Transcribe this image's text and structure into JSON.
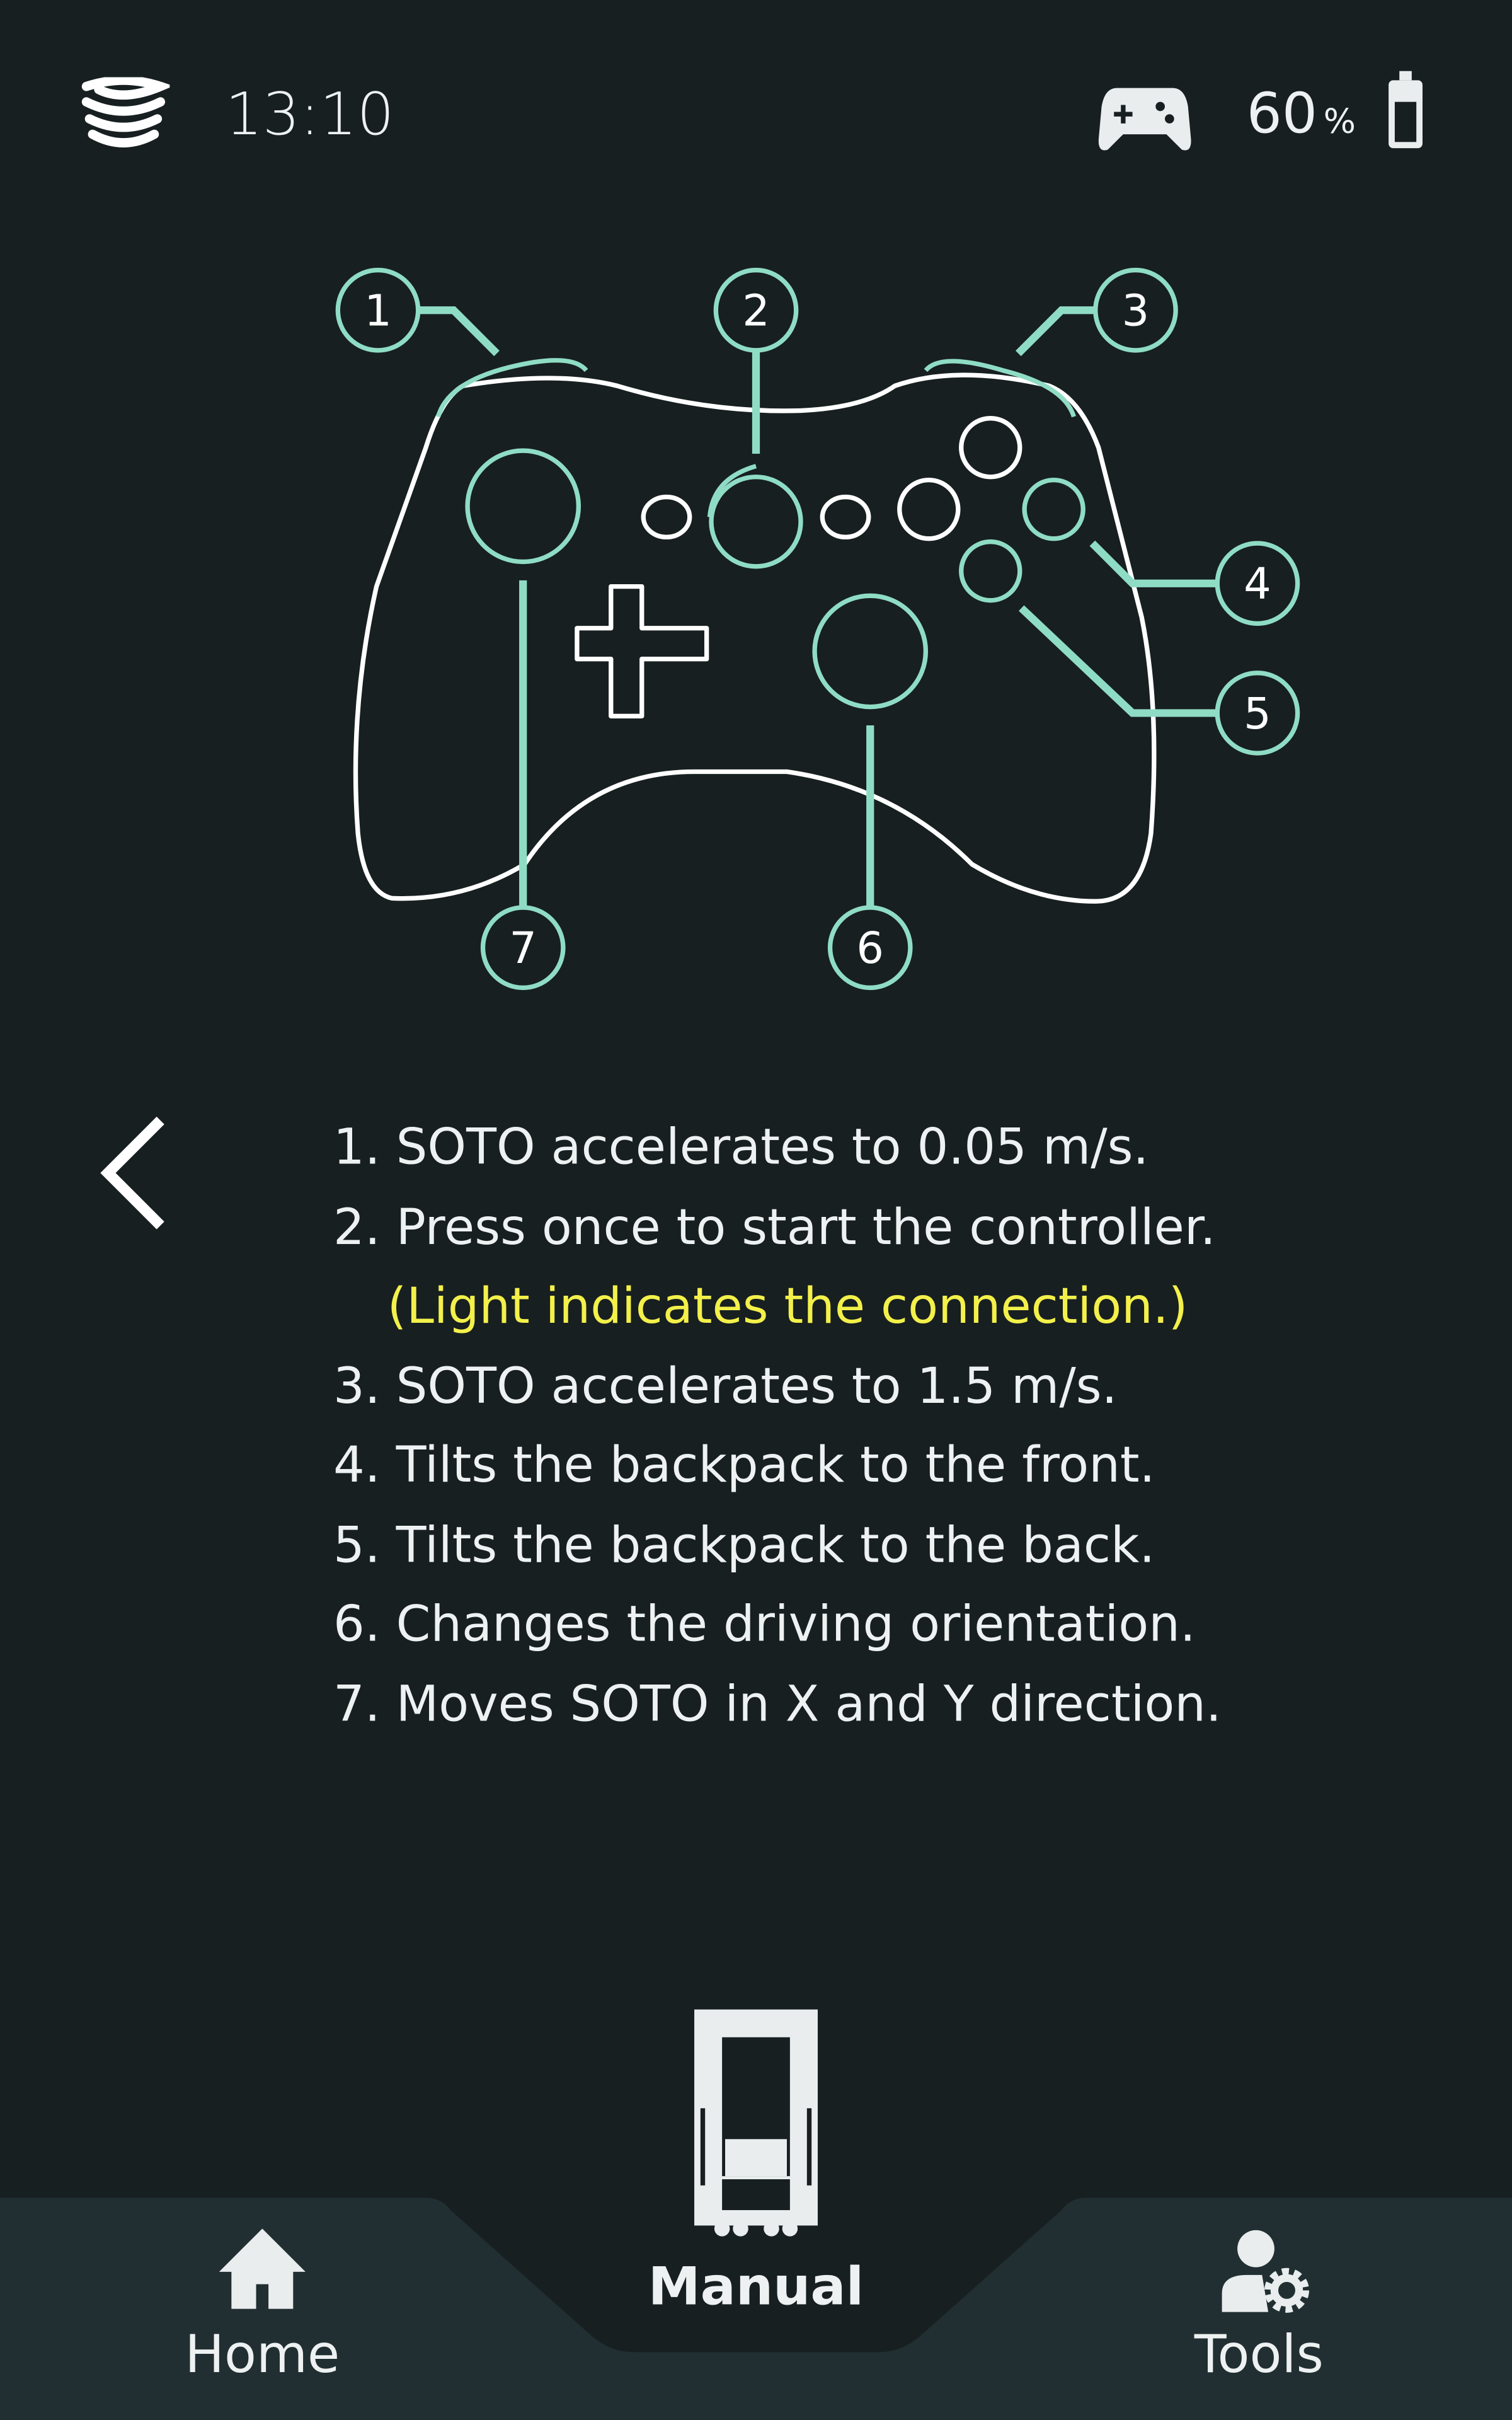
{
  "status_bar": {
    "time": "13:10",
    "battery_percent": "60",
    "battery_unit": "%",
    "battery_level": 0.6,
    "icons": [
      "logo-icon",
      "gamepad-icon",
      "battery-icon"
    ]
  },
  "controller": {
    "callouts": [
      "1",
      "2",
      "3",
      "4",
      "5",
      "6",
      "7"
    ],
    "accent_color": "#8fdcc4"
  },
  "instructions": {
    "items": [
      "1. SOTO accelerates to 0.05 m/s.",
      "2. Press once to start the controller.",
      "(Light indicates the connection.)",
      "3. SOTO accelerates to 1.5 m/s.",
      "4. Tilts the backpack to the front.",
      "5. Tilts the backpack to the back.",
      "6. Changes the driving orientation.",
      "7. Moves SOTO in X and Y direction."
    ],
    "highlight_color": "#f3f04a"
  },
  "nav": {
    "home": "Home",
    "manual": "Manual",
    "tools": "Tools",
    "active": "Manual"
  }
}
